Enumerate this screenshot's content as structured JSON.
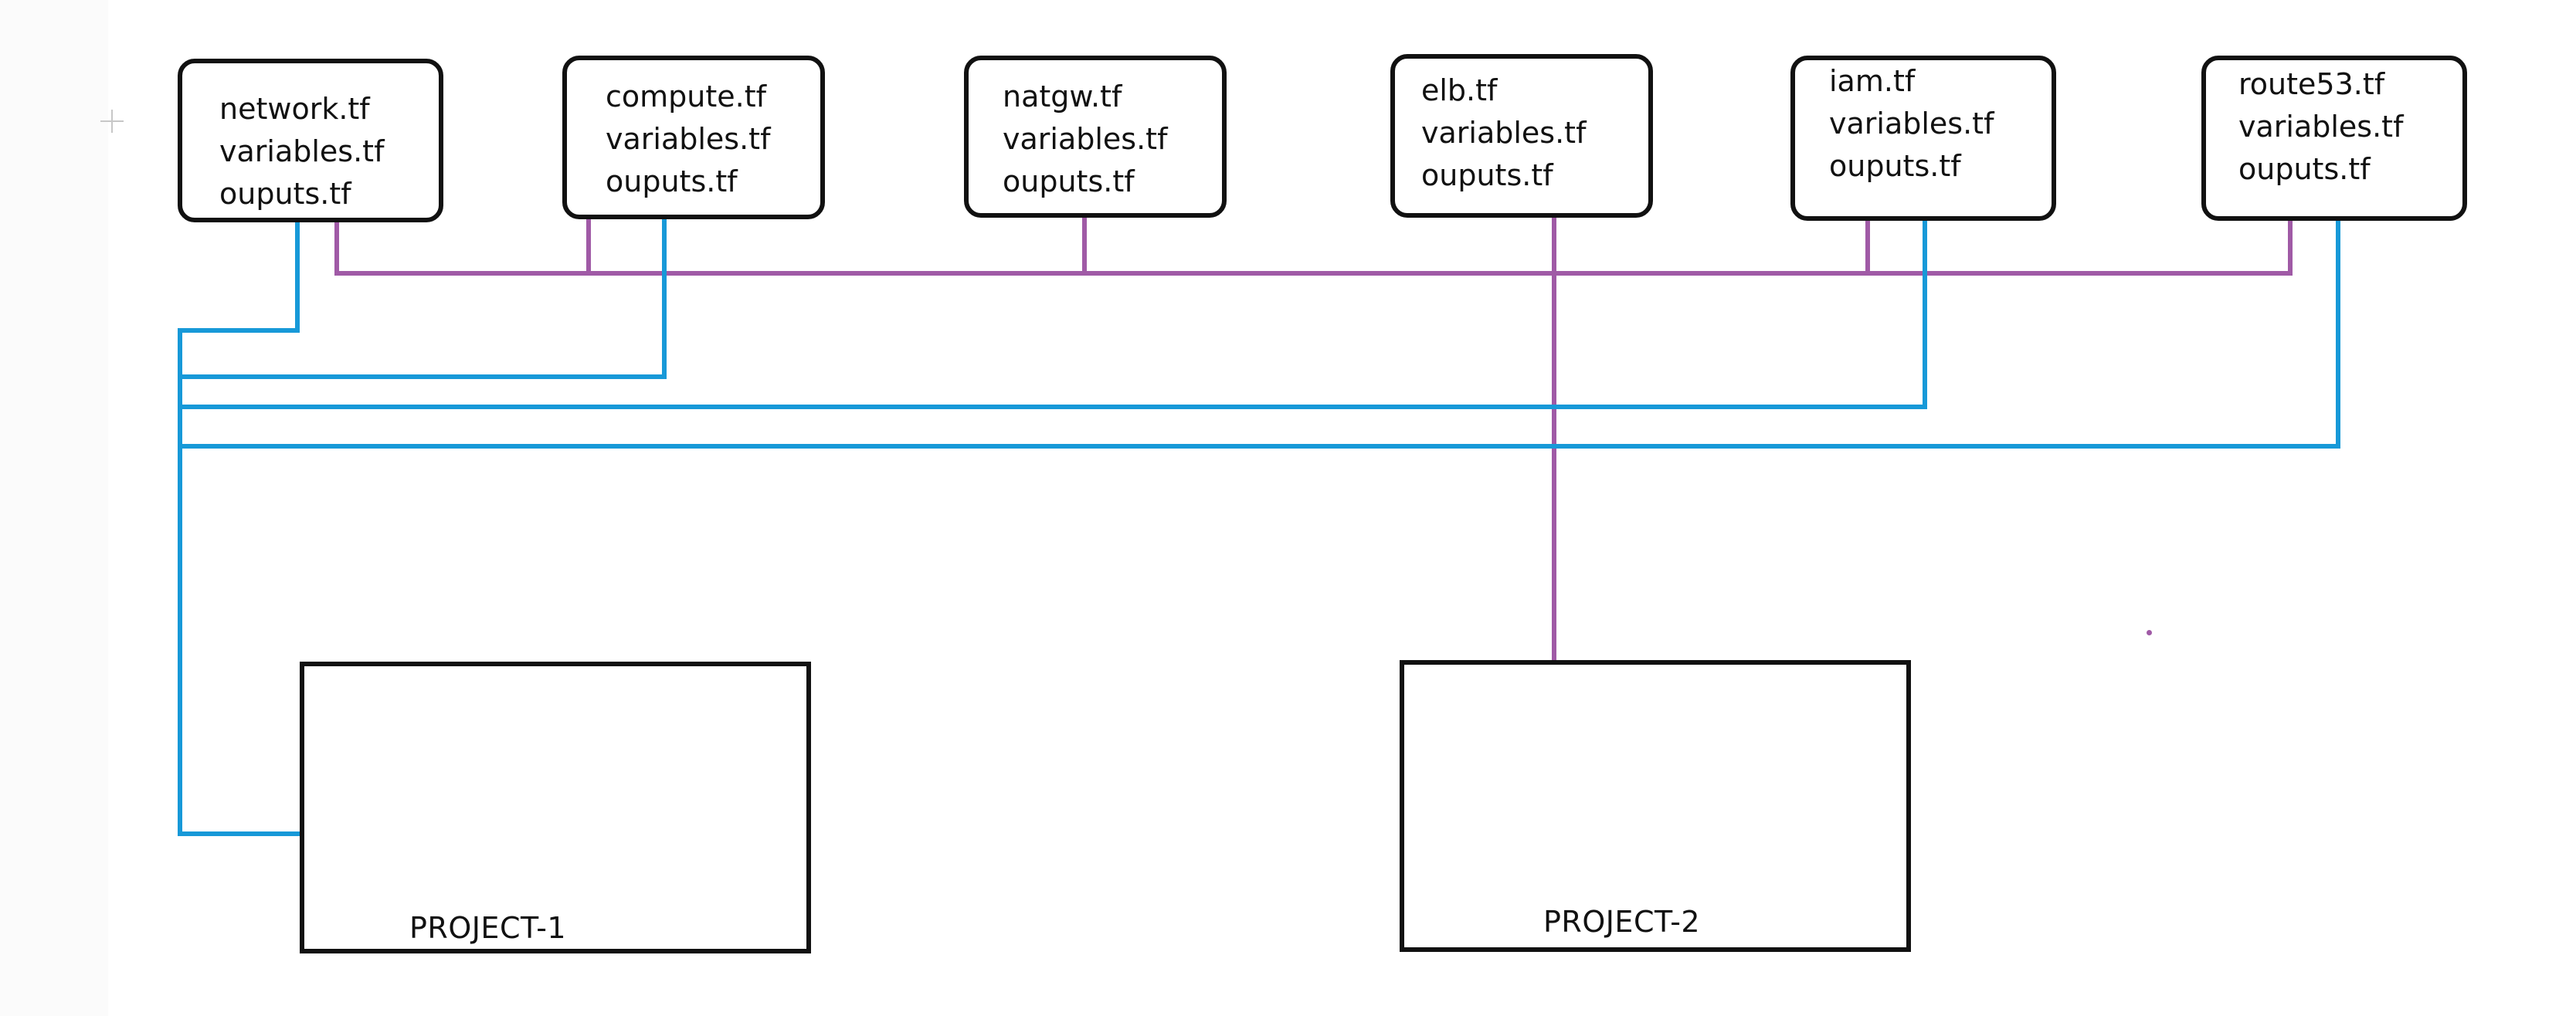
{
  "colors": {
    "purple_connector": "#a05aa6",
    "blue_connector": "#1799d8",
    "outline": "#111111"
  },
  "modules": [
    {
      "files": [
        "network.tf",
        "variables.tf",
        "ouputs.tf"
      ]
    },
    {
      "files": [
        "compute.tf",
        "variables.tf",
        "ouputs.tf"
      ]
    },
    {
      "files": [
        "natgw.tf",
        "variables.tf",
        "ouputs.tf"
      ]
    },
    {
      "files": [
        "elb.tf",
        "variables.tf",
        "ouputs.tf"
      ]
    },
    {
      "files": [
        "iam.tf",
        "variables.tf",
        "ouputs.tf"
      ]
    },
    {
      "files": [
        "route53.tf",
        "variables.tf",
        "ouputs.tf"
      ]
    }
  ],
  "projects": [
    {
      "label": "PROJECT-1"
    },
    {
      "label": "PROJECT-2"
    }
  ],
  "connections": {
    "purple": {
      "to_project": "PROJECT-2",
      "from_modules": [
        "network.tf",
        "compute.tf",
        "natgw.tf",
        "elb.tf",
        "iam.tf",
        "route53.tf"
      ]
    },
    "blue": {
      "to_project": "PROJECT-1",
      "from_modules": [
        "network.tf",
        "compute.tf",
        "iam.tf",
        "route53.tf"
      ]
    }
  },
  "icons": {
    "cursor": "crosshair-icon"
  }
}
